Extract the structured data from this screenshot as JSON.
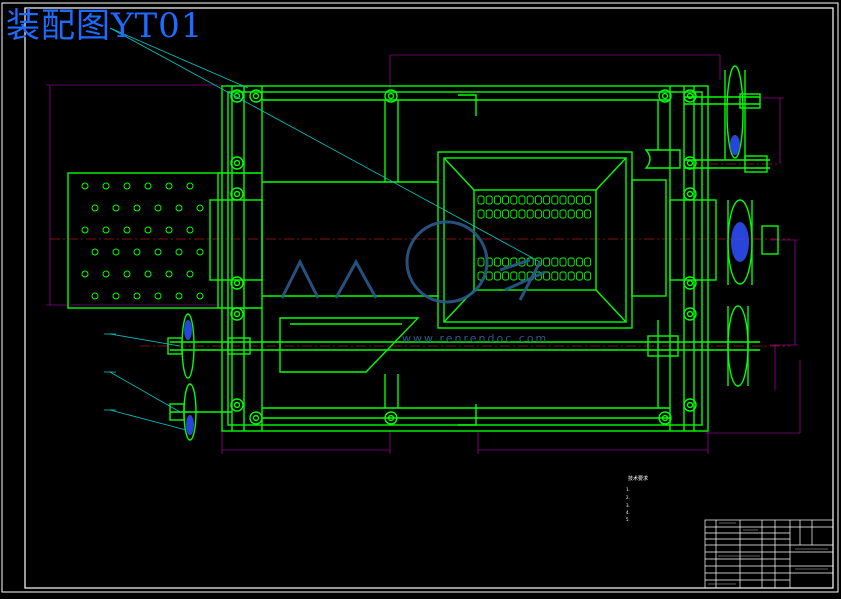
{
  "drawing": {
    "title": "装配图YT01",
    "title_color": "#1e6cff",
    "colors": {
      "background": "#000000",
      "outline": "#00ff00",
      "dimension": "#c800c8",
      "leader": "#00c8c8",
      "centerline": "#ff2020",
      "frame": "#ffffff",
      "hatch": "#3050ff"
    }
  },
  "watermark": {
    "text": "www.renrendoc.com",
    "color": "#2b5a8c"
  },
  "tech_notes": {
    "title": "技术要求",
    "color": "#ffffff",
    "lines": [
      "1.",
      "2.",
      "3.",
      "4.",
      "5."
    ]
  },
  "title_block": {
    "color": "#ffffff"
  }
}
